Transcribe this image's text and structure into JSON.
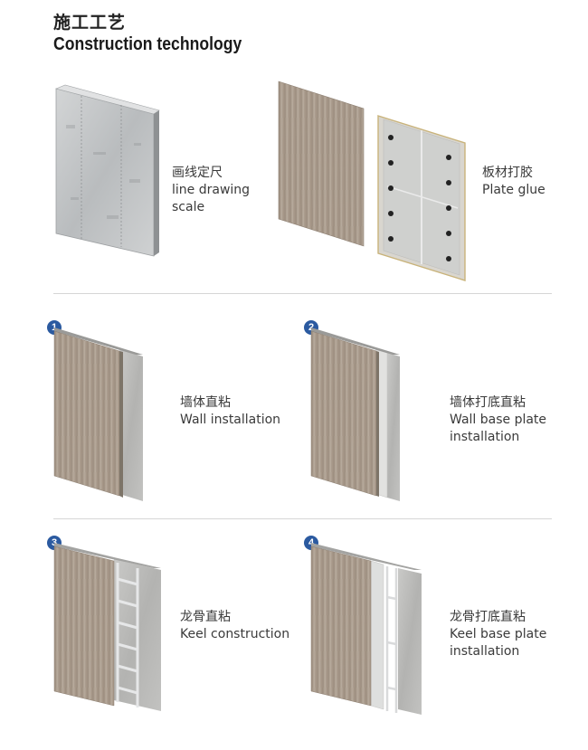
{
  "header": {
    "title_cn": "施工工艺",
    "title_en": "Construction technology"
  },
  "steps": {
    "line_drawing": {
      "cn": "画线定尺",
      "en_1": "line drawing",
      "en_2": "scale"
    },
    "plate_glue": {
      "cn": "板材打胶",
      "en_1": "Plate glue"
    },
    "step1": {
      "number": "1",
      "cn": "墙体直粘",
      "en_1": "Wall installation"
    },
    "step2": {
      "number": "2",
      "cn": "墙体打底直粘",
      "en_1": "Wall base plate",
      "en_2": "installation"
    },
    "step3": {
      "number": "3",
      "cn": "龙骨直粘",
      "en_1": "Keel construction"
    },
    "step4": {
      "number": "4",
      "cn": "龙骨打底直粘",
      "en_1": "Keel base plate",
      "en_2": "installation"
    }
  },
  "colors": {
    "badge": "#2b5aa0",
    "wood": "#a89a8c",
    "concrete": "#b9b9b7",
    "divider": "#d6d6d6"
  }
}
